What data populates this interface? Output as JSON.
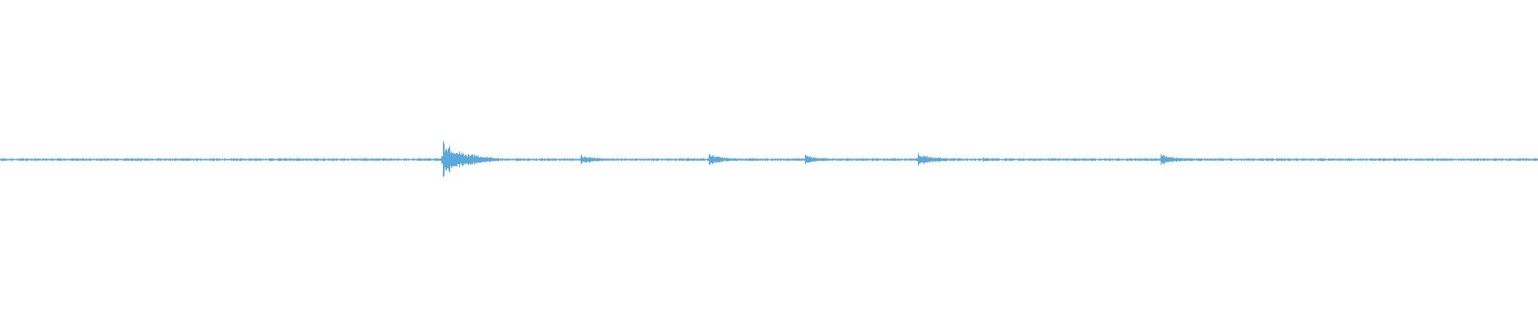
{
  "waveform": {
    "color": "#5aa9dc",
    "background": "#ffffff",
    "peaks": [
      {
        "t": 0.2881,
        "amp": 0.115
      },
      {
        "t": 0.3774,
        "amp": 0.03
      },
      {
        "t": 0.4611,
        "amp": 0.035
      },
      {
        "t": 0.5233,
        "amp": 0.03
      },
      {
        "t": 0.5968,
        "amp": 0.04
      },
      {
        "t": 0.639,
        "amp": 0.015
      },
      {
        "t": 0.7548,
        "amp": 0.035
      }
    ]
  }
}
